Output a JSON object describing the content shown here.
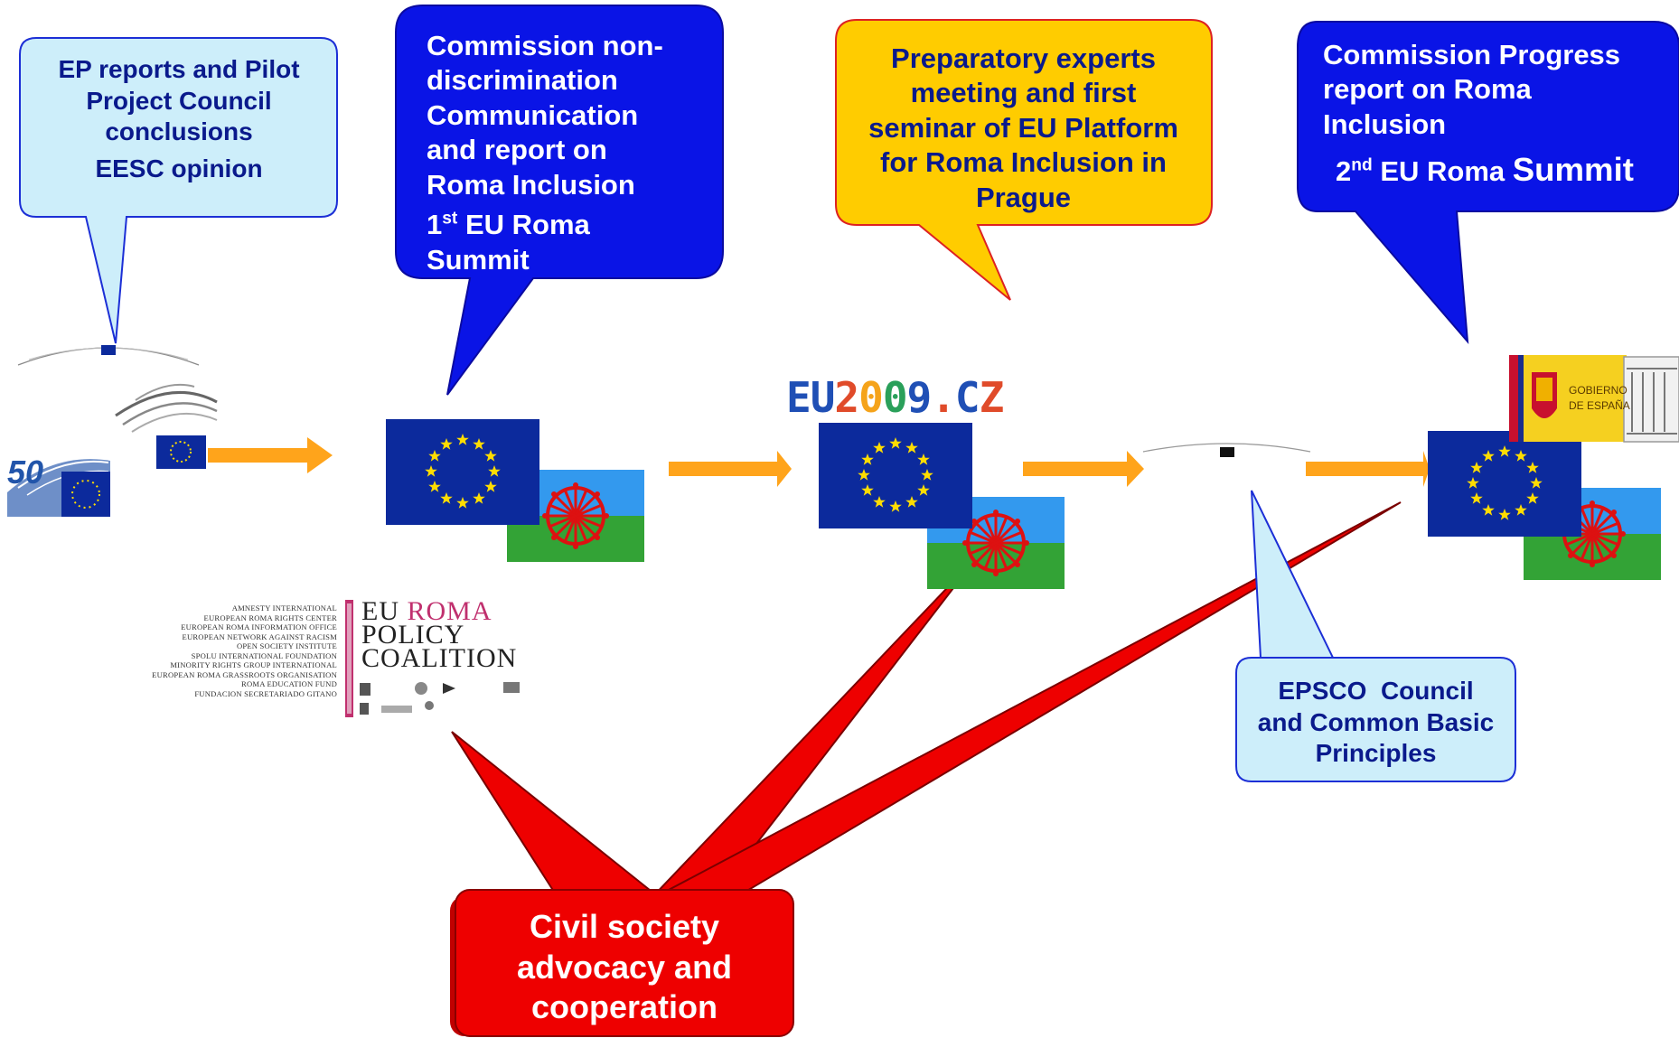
{
  "colors": {
    "callout_blue": "#0a14e6",
    "callout_lightblue": "#cdeefa",
    "callout_yellow": "#ffcc00",
    "callout_red": "#ee0000",
    "arrow_orange": "#ffa41b",
    "eu_flag_blue": "#0c2a9c",
    "eu_star_yellow": "#ffdd00",
    "roma_sky": "#3399ee",
    "roma_green": "#33a336",
    "roma_wheel": "#dd1111"
  },
  "callouts": {
    "ep_reports": {
      "line1": "EP reports and Pilot",
      "line2": "Project Council",
      "line3": "conclusions",
      "line4": "EESC opinion"
    },
    "commission_comm": {
      "line1": "Commission non-",
      "line2": "discrimination",
      "line3": "Communication",
      "line4": "and report on",
      "line5": "Roma Inclusion",
      "summit_num": "1",
      "summit_sup": "st",
      "summit_line1": "EU Roma",
      "summit_line2": "Summit"
    },
    "prague": {
      "line1": "Preparatory experts",
      "line2": "meeting and first",
      "line3": "seminar of EU Platform",
      "line4": "for Roma Inclusion in",
      "line5": "Prague"
    },
    "progress": {
      "line1": "Commission Progress",
      "line2": "report on Roma",
      "line3": "Inclusion",
      "summit_num": "2",
      "summit_sup": "nd",
      "summit_text": "EU Roma",
      "summit_big": "Summit"
    },
    "epsco": {
      "line1": "EPSCO  Council",
      "line2": "and Common Basic",
      "line3": "Principles"
    },
    "civil": {
      "line1": "Civil society",
      "line2": "advocacy and",
      "line3": "cooperation"
    }
  },
  "logos": {
    "eu2009": "EU2009.CZ",
    "eesc_fifty": "50",
    "spain_line1": "GOBIERNO",
    "spain_line2": "DE ESPAÑA",
    "coalition_title_eu": "EU",
    "coalition_title_roma": "ROMA",
    "coalition_title_policy": "POLICY",
    "coalition_title_coalition": "COALITION",
    "coalition_members": [
      "Amnesty International",
      "European Roma Rights Center",
      "European Roma Information Office",
      "European Network Against Racism",
      "Open Society Institute",
      "Spolu International Foundation",
      "Minority Rights Group International",
      "European Roma Grassroots Organisation",
      "Roma Education Fund",
      "Fundacion Secretariado Gitano"
    ]
  }
}
